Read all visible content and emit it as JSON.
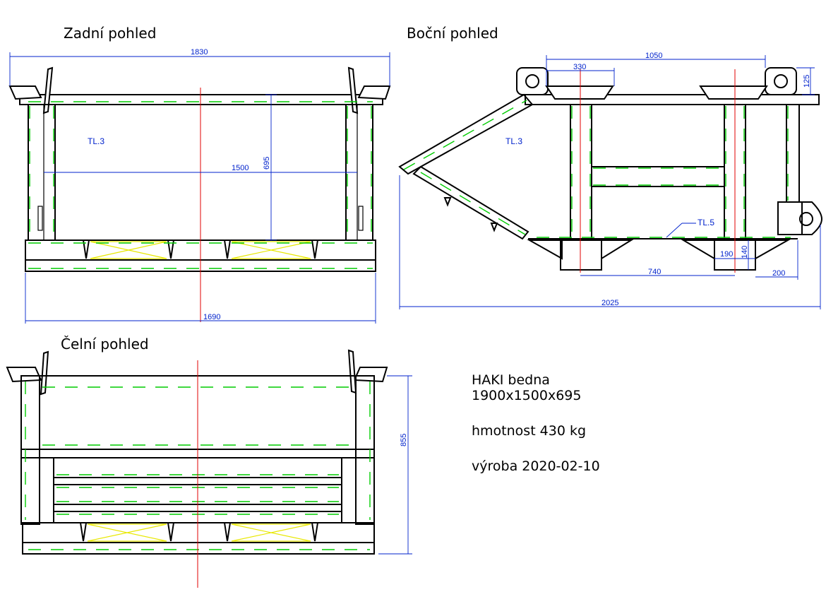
{
  "views": {
    "back": {
      "title": "Zadní pohled"
    },
    "side": {
      "title": "Boční pohled"
    },
    "front": {
      "title": "Čelní pohled"
    }
  },
  "dimensions": {
    "back_overall": "1830",
    "back_base": "1690",
    "back_inner": "1500",
    "back_height": "695",
    "side_top": "1050",
    "side_feeder": "330",
    "side_eye": "125",
    "side_feet_spacing": "740",
    "side_foot_w": "190",
    "side_foot_h": "140",
    "side_offset": "200",
    "side_overall": "2025",
    "front_height": "855"
  },
  "notes": {
    "back_thickness": "TL.3",
    "side_thickness": "TL.3",
    "floor_thickness": "TL.5"
  },
  "info": {
    "name": "HAKI bedna",
    "size": "1900x1500x695",
    "weight": "hmotnost 430 kg",
    "date": "výroba 2020-02-10"
  },
  "colors": {
    "outline": "#000000",
    "dimension": "#0022cc",
    "centerline": "#e00000",
    "weld": "#00cc00",
    "bracing": "#e8e800"
  }
}
